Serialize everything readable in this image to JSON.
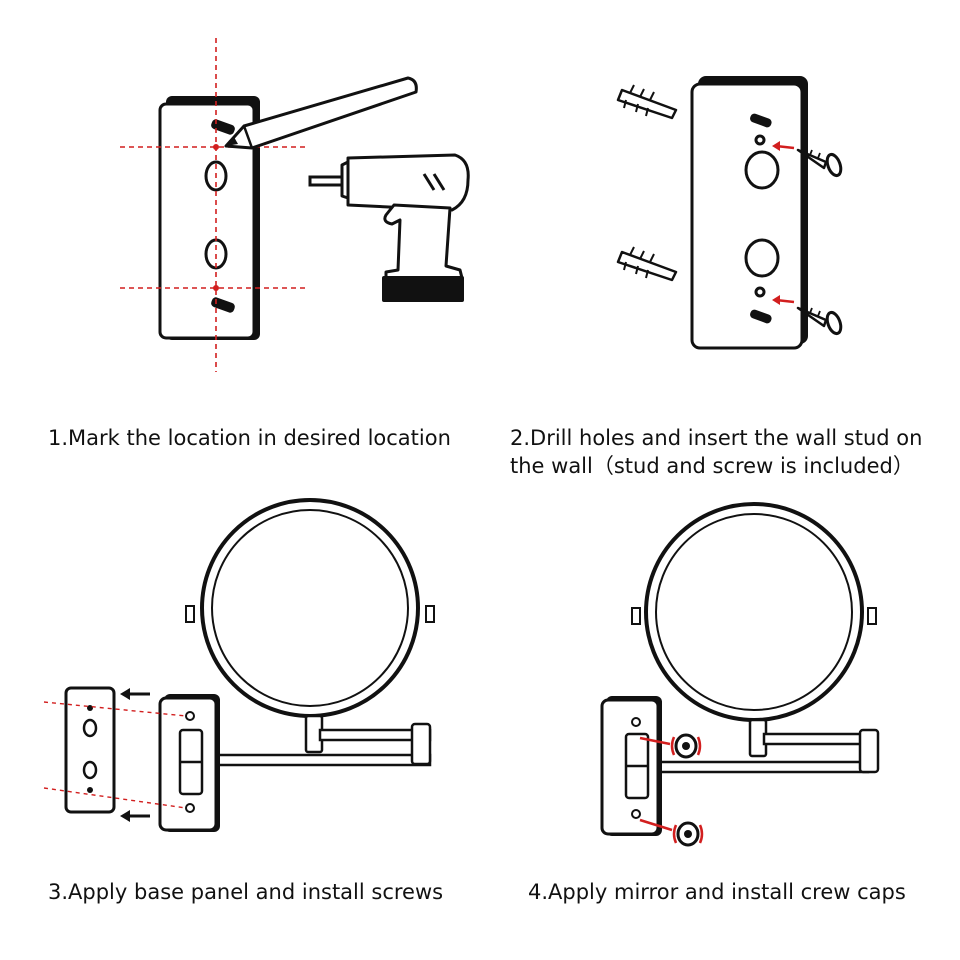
{
  "steps": [
    {
      "number": 1,
      "caption": "1.Mark the location in desired location"
    },
    {
      "number": 2,
      "caption": "2.Drill holes and insert the wall stud on the wall（stud and screw is included）"
    },
    {
      "number": 3,
      "caption": "3.Apply base panel and install screws"
    },
    {
      "number": 4,
      "caption": "4.Apply mirror and install crew caps"
    }
  ],
  "colors": {
    "line": "#111111",
    "accent": "#d21f1f",
    "background": "#ffffff"
  }
}
